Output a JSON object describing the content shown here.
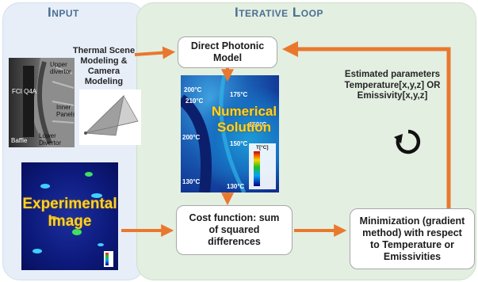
{
  "sections": {
    "input_title": "Input",
    "loop_title": "Iterative Loop"
  },
  "boxes": {
    "direct_model": "Direct Photonic\nModel",
    "cost_function": "Cost function: sum\nof squared\ndifferences",
    "minimization": "Minimization (gradient\nmethod) with respect\nto Temperature or\nEmissivities"
  },
  "labels": {
    "thermal_modeling": "Thermal Scene\nModeling &\nCamera\nModeling",
    "estimated_params": "Estimated parameters\nTemperature[x,y,z] OR\nEmissivity[x,y,z]"
  },
  "images": {
    "numerical_title": "Numerical\nSolution",
    "experimental_title": "Experimental\nImage",
    "numerical_temps": [
      "175°C",
      "200°C",
      "210°C",
      "150°C",
      "200°C",
      "130°C",
      "130°C",
      "150°C"
    ],
    "numerical_colorbar_label": "T[°C]",
    "tokamak_labels": {
      "upper_divertor": "Upper\ndivertor",
      "fci": "FCI Q4A",
      "inner_panels": "Inner\nPanels",
      "lower_divertor": "Lower\nDivertor",
      "baffle": "Baffle"
    }
  },
  "colors": {
    "arrow": "#e9782e",
    "title": "#4a6f93",
    "overlay_text": "#ffd12b"
  },
  "icons": [
    "loop-refresh-icon",
    "arrow-right-icon",
    "arrow-down-icon",
    "arrow-left-icon"
  ]
}
